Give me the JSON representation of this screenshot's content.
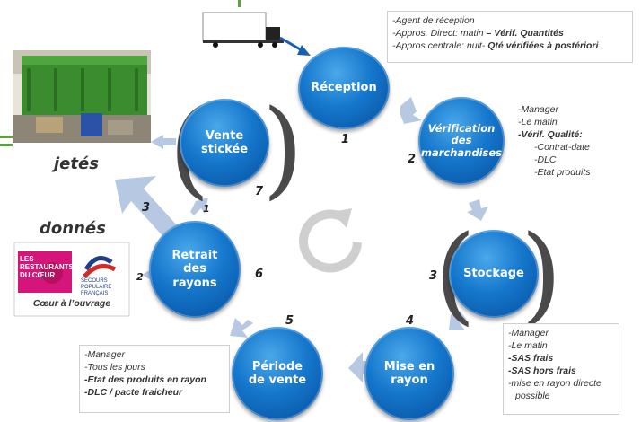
{
  "nodes": {
    "reception": "Réception",
    "verification": [
      "Vérification",
      "des",
      "marchandises"
    ],
    "stockage": "Stockage",
    "mise_en_rayon": [
      "Mise en",
      "rayon"
    ],
    "periode_vente": [
      "Période",
      "de vente"
    ],
    "retrait": [
      "Retrait",
      "des",
      "rayons"
    ],
    "vente_stickee": [
      "Vente",
      "stickée"
    ]
  },
  "step_numbers": {
    "reception": "1",
    "verification": "2",
    "stockage": "3",
    "mise_en_rayon": "4",
    "periode_vente": "5",
    "retrait": "6",
    "vente_stickee": "7",
    "branch_1": "1",
    "branch_2": "2",
    "branch_3": "3"
  },
  "notes": {
    "reception": {
      "l1": "-Agent de réception",
      "l2a": "-Appros. Direct: matin ",
      "l2b": "– Vérif. Quantités",
      "l3a": "-Appros centrale: nuit-",
      "l3b": " Qté vérifiées à postériori"
    },
    "verification": {
      "l1": "-Manager",
      "l2": "-Le matin",
      "l3": "-Vérif. Qualité:",
      "l4": "-Contrat-date",
      "l5": "-DLC",
      "l6": "-Etat produits"
    },
    "mise_en_rayon": {
      "l1": "-Manager",
      "l2": "-Le matin",
      "l3": "-SAS frais",
      "l4": "-SAS hors frais",
      "l5": "-mise en rayon directe",
      "l6": "possible"
    },
    "periode_vente": {
      "l1": "-Manager",
      "l2": "-Tous les jours",
      "l3": "-Etat des produits en rayon",
      "l4": "-DLC / pacte fraicheur"
    }
  },
  "outcomes": {
    "jetes": "jetés",
    "donnes": "donnés",
    "donnes_caption": "Cœur à l’ouvrage",
    "logo1": "LES RESTAURANTS DU CŒUR",
    "logo2": "SECOURS POPULAIRE FRANÇAIS"
  },
  "colors": {
    "node": "#1577cc",
    "arrow": "#b7c9e2",
    "green_accent": "#5aa33a"
  },
  "icons": {
    "truck": "truck-icon",
    "dumpster": "dumpster-photo",
    "cycle": "refresh-cycle-icon"
  }
}
